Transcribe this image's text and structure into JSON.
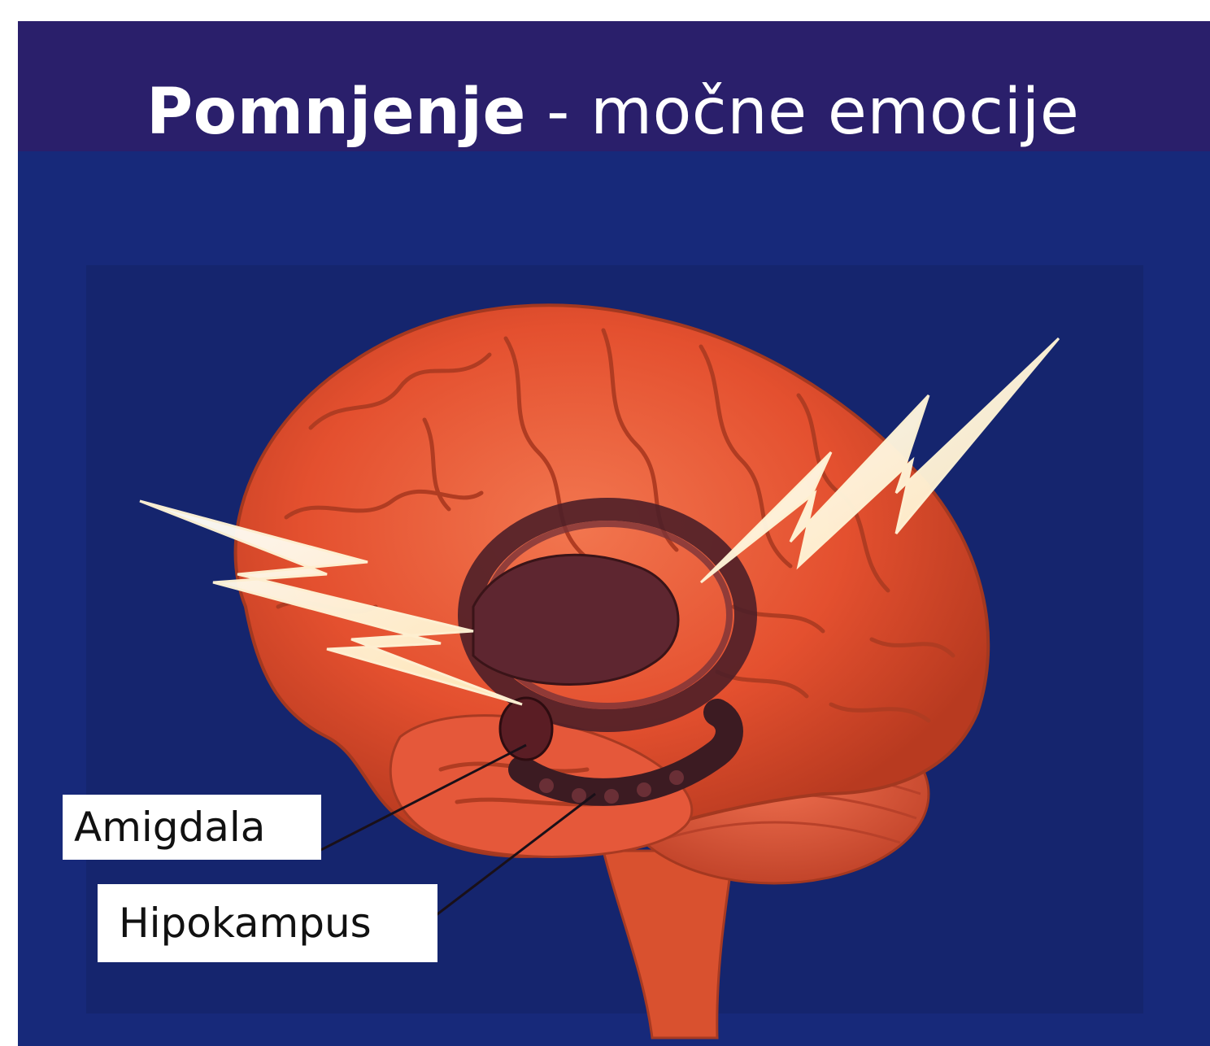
{
  "slide": {
    "title_bold": "Pomnjenje",
    "title_rest": " - močne emocije"
  },
  "figure": {
    "labels": {
      "amygdala": "Amigdala",
      "hippocampus": "Hipokampus"
    },
    "colors": {
      "background": "#17297a",
      "title_band": "#2a1f6b",
      "brain": "#e9573a",
      "brain_dark": "#b73a22",
      "limbic": "#5a2630",
      "lightning": "#fff8e6"
    }
  }
}
